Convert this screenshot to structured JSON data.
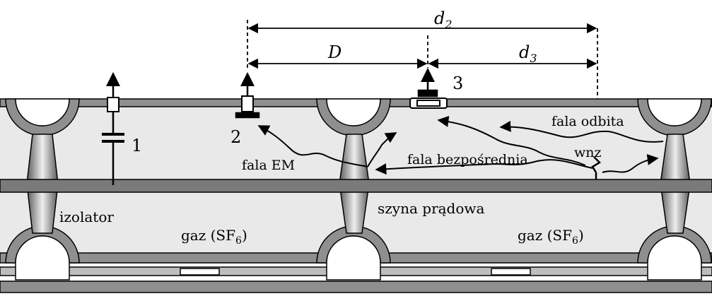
{
  "dimensions": {
    "d2": "d",
    "d2_sub": "2",
    "D": "D",
    "d3": "d",
    "d3_sub": "3"
  },
  "sensors": {
    "s1": "1",
    "s2": "2",
    "s3": "3"
  },
  "labels": {
    "fala_em": "fala EM",
    "fala_odbita": "fala odbita",
    "fala_bezposrednia": "fala bezpośrednia",
    "wnz": "wnz",
    "izolator": "izolator",
    "szyna": "szyna prądowa",
    "gaz_left_prefix": "gaz (SF",
    "gaz_left_sub": "6",
    "gaz_left_suffix": ")",
    "gaz_right_prefix": "gaz (SF",
    "gaz_right_sub": "6",
    "gaz_right_suffix": ")"
  },
  "colors": {
    "enclosure": "#8f8f8f",
    "interior": "#e9e9e9",
    "bus": "#7a7a7a",
    "base": "#bdbdbd",
    "line": "#000000"
  }
}
